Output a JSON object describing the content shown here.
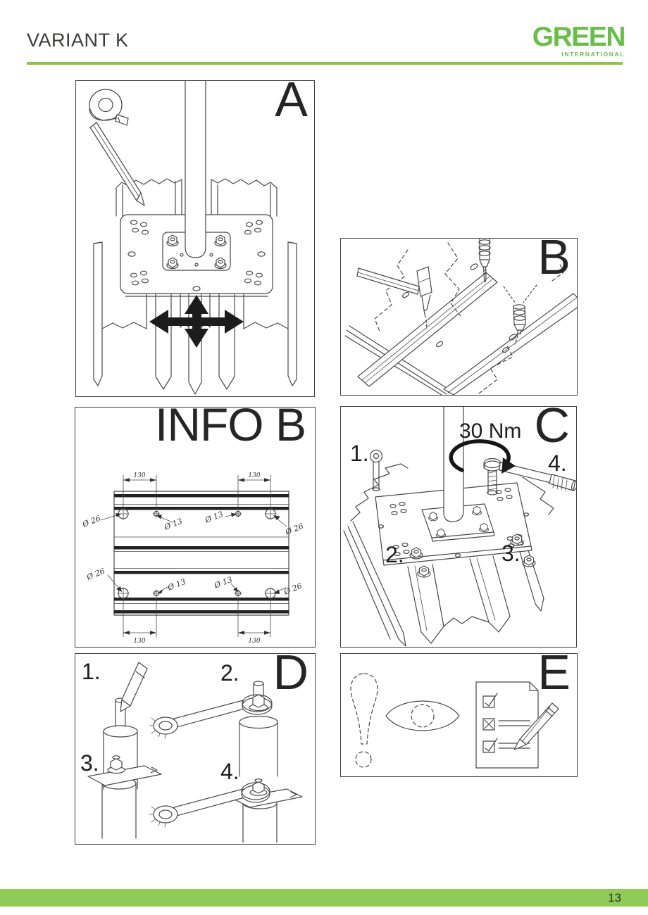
{
  "header": {
    "title": "VARIANT K",
    "logo": {
      "name": "GREEN",
      "subtitle": "INTERNATIONAL"
    }
  },
  "colors": {
    "brand_green": "#68bf48",
    "rule_green": "#8cc63f",
    "footer_green": "#90cc55",
    "ink": "#3c3c3b",
    "line_art": "#484848"
  },
  "panels": {
    "a": {
      "letter": "A"
    },
    "b": {
      "letter": "B"
    },
    "info_b": {
      "title": "INFO B",
      "dim_spacing": "130",
      "dia_large": "Ø 26",
      "dia_small": "Ø 13"
    },
    "c": {
      "letter": "C",
      "torque_label": "30 Nm",
      "steps": [
        "1.",
        "2.",
        "3.",
        "4."
      ]
    },
    "d": {
      "letter": "D",
      "steps": [
        "1.",
        "2.",
        "3.",
        "4."
      ]
    },
    "e": {
      "letter": "E"
    }
  },
  "footer": {
    "page_number": "13"
  }
}
